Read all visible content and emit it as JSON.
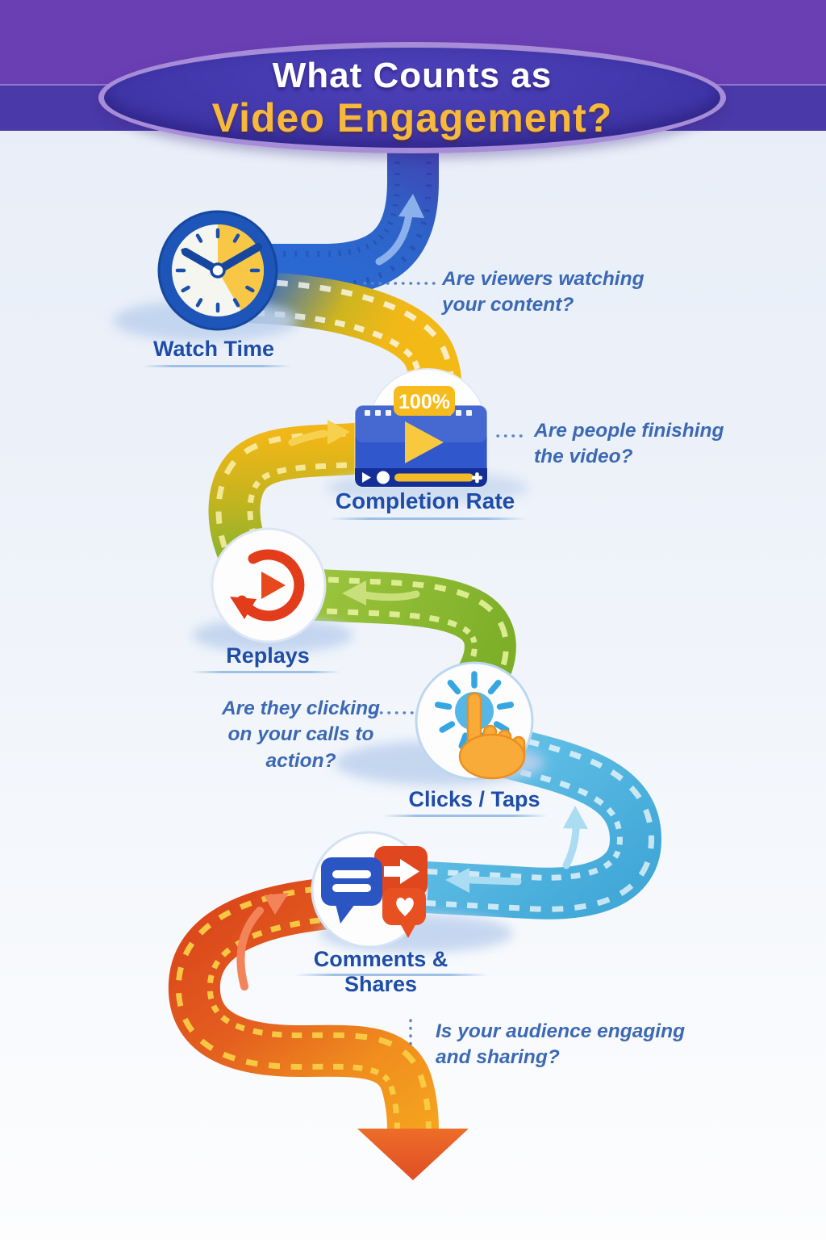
{
  "header": {
    "banner_line1": "What Counts as",
    "banner_line2": "Video Engagement?"
  },
  "milestones": [
    {
      "label": "Watch Time",
      "icon": "clock-icon",
      "question": {
        "line1": "Are viewers watching",
        "line2": "your content?"
      }
    },
    {
      "label": "Completion Rate",
      "icon": "video-player-icon",
      "badge": "100%",
      "question": {
        "line1": "Are people finishing",
        "line2": "the video?"
      }
    },
    {
      "label": "Replays",
      "icon": "replay-icon"
    },
    {
      "label": "Clicks / Taps",
      "icon": "tap-hand-icon",
      "question": {
        "line1": "Are they clicking",
        "line2": "on your calls to action?"
      }
    },
    {
      "label": "Comments & Shares",
      "icon": "chat-bubbles-icon",
      "question": {
        "line1": "Is your audience engaging",
        "line2": "and sharing?"
      }
    }
  ],
  "path": {
    "type": "winding-road",
    "segment_colors": {
      "segment1_blue": "#2b69d2",
      "segment2_yellow": "#f1b817",
      "segment3_green": "#8ab42c",
      "segment4_teal": "#4cb2dd",
      "segment5_orange_start": "#dd4a1c",
      "segment5_orange_end": "#f5a21f"
    },
    "end_marker": "down-arrowhead"
  },
  "colors": {
    "band_purple": "#6b3fb4",
    "band_indigo": "#4a39a8",
    "banner_fill": "#4238ac",
    "banner_border": "#a78cd8",
    "title_line1": "#ffffff",
    "title_line2": "#f6b93c",
    "label_text": "#1d4da8",
    "question_text": "#3c69b3",
    "background": "#ecf1f9"
  }
}
